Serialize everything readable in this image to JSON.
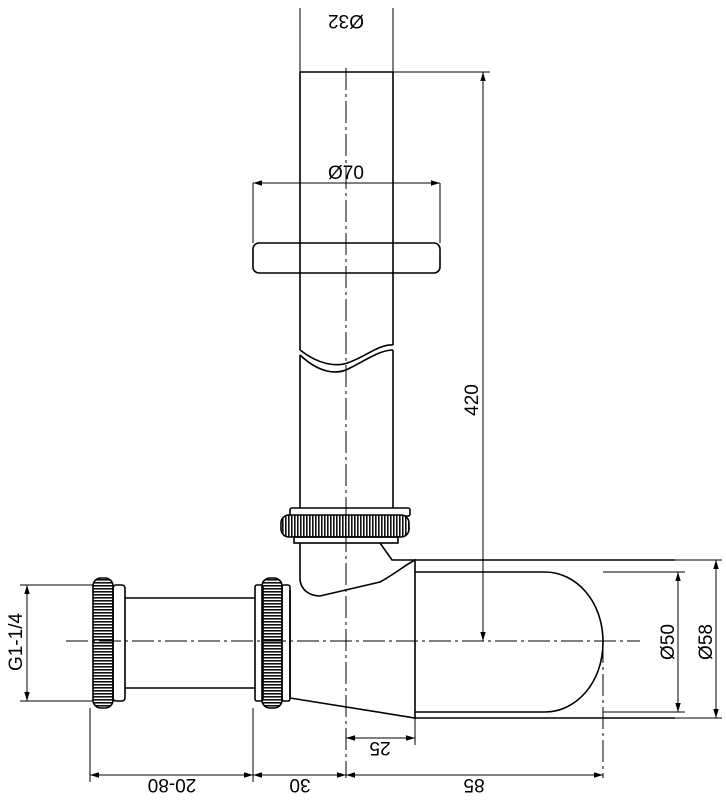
{
  "dimensions": {
    "pipe_diameter": "Ø32",
    "flange_diameter": "Ø70",
    "height": "420",
    "inlet_diameter": "Ø50",
    "body_diameter": "Ø58",
    "thread": "G1-1/4",
    "offset": "25",
    "wall_adjust": "20-80",
    "nut_width": "30",
    "depth": "85"
  },
  "colors": {
    "line": "#000000",
    "background": "#ffffff"
  }
}
